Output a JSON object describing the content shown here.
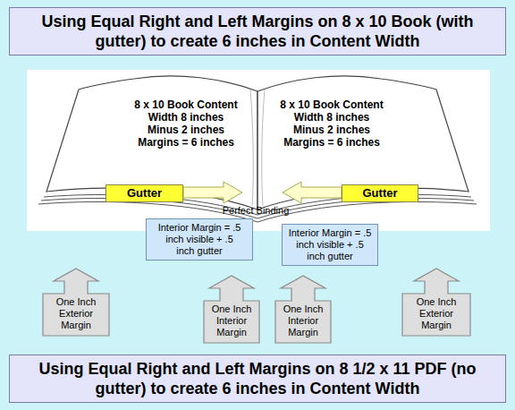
{
  "diagram": {
    "title": "Using Equal Right and Left Margins on 8 x 10 Book (with gutter) to create 6 inches in Content Width",
    "caption": "Using Equal Right and Left Margins on 8 1/2 x 11 PDF (no gutter) to create 6 inches in Content Width",
    "nodes": [
      {
        "text": [
          "Gutter"
        ]
      },
      {
        "text": [
          "Gutter"
        ]
      },
      {
        "text": [
          "Interior Margin = .5 inch visible + .5 inch gutter"
        ]
      },
      {
        "text": [
          "Interior Margin = .5 inch visible + .5 inch gutter"
        ]
      },
      {
        "text": [
          "One Inch Exterior Margin"
        ]
      },
      {
        "text": [
          "One Inch Interior Margin"
        ]
      },
      {
        "text": [
          "One Inch Interior Margin"
        ]
      },
      {
        "text": [
          "One Inch Exterior Margin"
        ]
      }
    ],
    "labels": [
      "8 x 10 Book Content Width 8 inches Minus 2 inches Margins = 6 inches",
      "8 x 10 Book Content Width 8 inches Minus 2 inches Margins = 6 inches",
      "Perfect Binding"
    ]
  }
}
